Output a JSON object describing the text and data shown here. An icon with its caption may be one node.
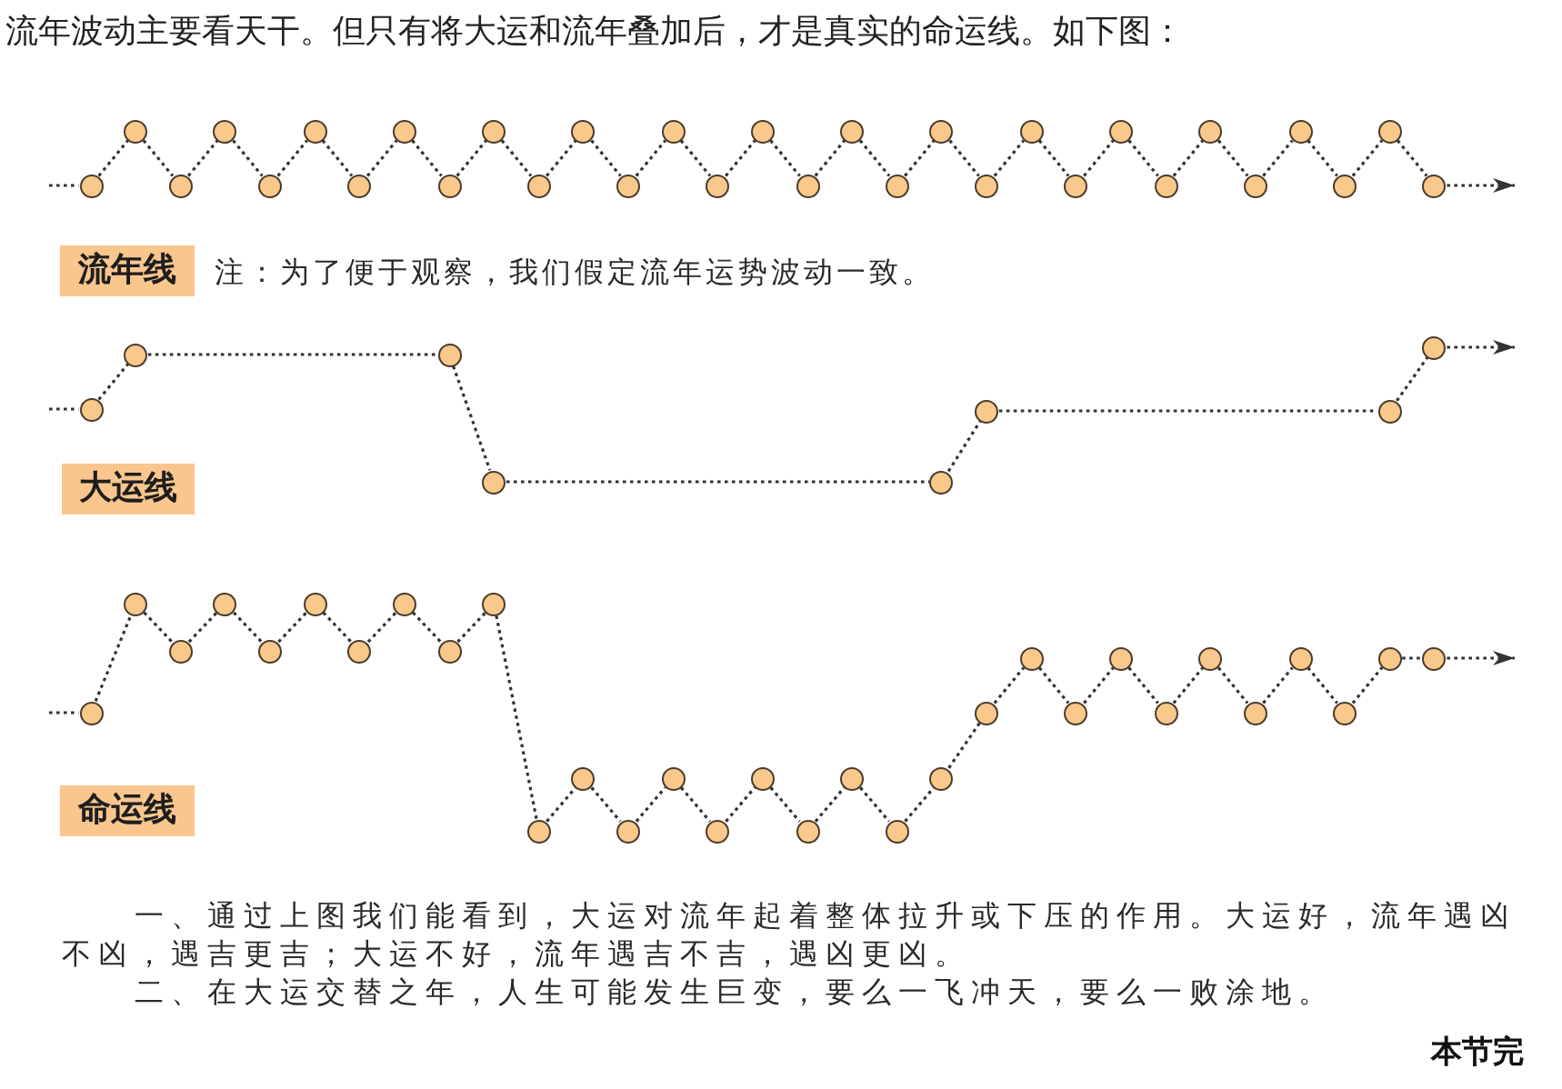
{
  "diagram": {
    "title": "流年波动主要看天干。但只有将大运和流年叠加后，才是真实的命运线。如下图：",
    "nodes": [
      {
        "text": [],
        "shape": "circle"
      },
      {
        "text": [],
        "shape": "circle"
      },
      {
        "text": [],
        "shape": "circle"
      },
      {
        "text": [],
        "shape": "circle"
      },
      {
        "text": [],
        "shape": "circle"
      },
      {
        "text": [],
        "shape": "circle"
      },
      {
        "text": [],
        "shape": "circle"
      },
      {
        "text": [],
        "shape": "circle"
      },
      {
        "text": [],
        "shape": "circle"
      },
      {
        "text": [],
        "shape": "circle"
      },
      {
        "text": [],
        "shape": "circle"
      },
      {
        "text": [],
        "shape": "circle"
      },
      {
        "text": [],
        "shape": "circle"
      },
      {
        "text": [],
        "shape": "circle"
      },
      {
        "text": [],
        "shape": "circle"
      },
      {
        "text": [],
        "shape": "circle"
      },
      {
        "text": [],
        "shape": "circle"
      },
      {
        "text": [],
        "shape": "circle"
      },
      {
        "text": [],
        "shape": "circle"
      },
      {
        "text": [],
        "shape": "circle"
      },
      {
        "text": [],
        "shape": "circle"
      },
      {
        "text": [],
        "shape": "circle"
      },
      {
        "text": [],
        "shape": "circle"
      },
      {
        "text": [],
        "shape": "circle"
      },
      {
        "text": [],
        "shape": "circle"
      },
      {
        "text": [],
        "shape": "circle"
      },
      {
        "text": [],
        "shape": "circle"
      },
      {
        "text": [],
        "shape": "circle"
      },
      {
        "text": [],
        "shape": "circle"
      },
      {
        "text": [],
        "shape": "circle"
      },
      {
        "text": [],
        "shape": "circle"
      },
      {
        "text": [
          "流年线"
        ]
      },
      {
        "text": [],
        "shape": "circle"
      },
      {
        "text": [],
        "shape": "circle"
      },
      {
        "text": [],
        "shape": "circle"
      },
      {
        "text": [],
        "shape": "circle"
      },
      {
        "text": [],
        "shape": "circle"
      },
      {
        "text": [],
        "shape": "circle"
      },
      {
        "text": [],
        "shape": "circle"
      },
      {
        "text": [],
        "shape": "circle"
      },
      {
        "text": [
          "大运线"
        ]
      },
      {
        "text": [],
        "shape": "circle"
      },
      {
        "text": [],
        "shape": "circle"
      },
      {
        "text": [],
        "shape": "circle"
      },
      {
        "text": [],
        "shape": "circle"
      },
      {
        "text": [],
        "shape": "circle"
      },
      {
        "text": [],
        "shape": "circle"
      },
      {
        "text": [],
        "shape": "circle"
      },
      {
        "text": [],
        "shape": "circle"
      },
      {
        "text": [],
        "shape": "circle"
      },
      {
        "text": [],
        "shape": "circle"
      },
      {
        "text": [],
        "shape": "circle"
      },
      {
        "text": [],
        "shape": "circle"
      },
      {
        "text": [],
        "shape": "circle"
      },
      {
        "text": [],
        "shape": "circle"
      },
      {
        "text": [],
        "shape": "circle"
      },
      {
        "text": [],
        "shape": "circle"
      },
      {
        "text": [],
        "shape": "circle"
      },
      {
        "text": [],
        "shape": "circle"
      },
      {
        "text": [],
        "shape": "circle"
      },
      {
        "text": [],
        "shape": "circle"
      },
      {
        "text": [],
        "shape": "circle"
      },
      {
        "text": [],
        "shape": "circle"
      },
      {
        "text": [],
        "shape": "circle"
      },
      {
        "text": [],
        "shape": "circle"
      },
      {
        "text": [],
        "shape": "circle"
      },
      {
        "text": [],
        "shape": "circle"
      },
      {
        "text": [],
        "shape": "circle"
      },
      {
        "text": [],
        "shape": "circle"
      },
      {
        "text": [],
        "shape": "circle"
      },
      {
        "text": [],
        "shape": "circle"
      },
      {
        "text": [],
        "shape": "circle"
      },
      {
        "text": [
          "命运线"
        ]
      }
    ],
    "edges": [
      {
        "from": null,
        "to": 0,
        "arrow": "none",
        "style": "dashed"
      },
      {
        "from": 0,
        "to": 1,
        "arrow": "none",
        "style": "dashed"
      },
      {
        "from": 1,
        "to": 2,
        "arrow": "none",
        "style": "dashed"
      },
      {
        "from": 2,
        "to": 3,
        "arrow": "none",
        "style": "dashed"
      },
      {
        "from": 3,
        "to": 4,
        "arrow": "none",
        "style": "dashed"
      },
      {
        "from": 4,
        "to": 5,
        "arrow": "none",
        "style": "dashed"
      },
      {
        "from": 5,
        "to": 6,
        "arrow": "none",
        "style": "dashed"
      },
      {
        "from": 6,
        "to": 7,
        "arrow": "none",
        "style": "dashed"
      },
      {
        "from": 7,
        "to": 8,
        "arrow": "none",
        "style": "dashed"
      },
      {
        "from": 8,
        "to": 9,
        "arrow": "none",
        "style": "dashed"
      },
      {
        "from": 9,
        "to": 10,
        "arrow": "none",
        "style": "dashed"
      },
      {
        "from": 10,
        "to": 11,
        "arrow": "none",
        "style": "dashed"
      },
      {
        "from": 11,
        "to": 12,
        "arrow": "none",
        "style": "dashed"
      },
      {
        "from": 12,
        "to": 13,
        "arrow": "none",
        "style": "dashed"
      },
      {
        "from": 13,
        "to": 14,
        "arrow": "none",
        "style": "dashed"
      },
      {
        "from": 14,
        "to": 15,
        "arrow": "none",
        "style": "dashed"
      },
      {
        "from": 15,
        "to": 16,
        "arrow": "none",
        "style": "dashed"
      },
      {
        "from": 16,
        "to": 17,
        "arrow": "none",
        "style": "dashed"
      },
      {
        "from": 17,
        "to": 18,
        "arrow": "none",
        "style": "dashed"
      },
      {
        "from": 18,
        "to": 19,
        "arrow": "none",
        "style": "dashed"
      },
      {
        "from": 19,
        "to": 20,
        "arrow": "none",
        "style": "dashed"
      },
      {
        "from": 20,
        "to": 21,
        "arrow": "none",
        "style": "dashed"
      },
      {
        "from": 21,
        "to": 22,
        "arrow": "none",
        "style": "dashed"
      },
      {
        "from": 22,
        "to": 23,
        "arrow": "none",
        "style": "dashed"
      },
      {
        "from": 23,
        "to": 24,
        "arrow": "none",
        "style": "dashed"
      },
      {
        "from": 24,
        "to": 25,
        "arrow": "none",
        "style": "dashed"
      },
      {
        "from": 25,
        "to": 26,
        "arrow": "none",
        "style": "dashed"
      },
      {
        "from": 26,
        "to": 27,
        "arrow": "none",
        "style": "dashed"
      },
      {
        "from": 27,
        "to": 28,
        "arrow": "none",
        "style": "dashed"
      },
      {
        "from": 28,
        "to": 29,
        "arrow": "none",
        "style": "dashed"
      },
      {
        "from": 29,
        "to": 30,
        "arrow": "none",
        "style": "dashed"
      },
      {
        "from": 30,
        "to": null,
        "arrow": "to",
        "style": "dashed"
      },
      {
        "from": null,
        "to": 32,
        "arrow": "none",
        "style": "dashed"
      },
      {
        "from": 32,
        "to": 33,
        "arrow": "none",
        "style": "dashed"
      },
      {
        "from": 33,
        "to": 34,
        "arrow": "none",
        "style": "dashed"
      },
      {
        "from": 34,
        "to": 35,
        "arrow": "none",
        "style": "dashed"
      },
      {
        "from": 35,
        "to": 36,
        "arrow": "none",
        "style": "dashed"
      },
      {
        "from": 36,
        "to": 37,
        "arrow": "none",
        "style": "dashed"
      },
      {
        "from": 37,
        "to": 38,
        "arrow": "none",
        "style": "dashed"
      },
      {
        "from": 38,
        "to": 39,
        "arrow": "none",
        "style": "dashed"
      },
      {
        "from": 39,
        "to": null,
        "arrow": "to",
        "style": "dashed"
      },
      {
        "from": null,
        "to": 41,
        "arrow": "none",
        "style": "dashed"
      },
      {
        "from": 41,
        "to": 42,
        "arrow": "none",
        "style": "dashed"
      },
      {
        "from": 42,
        "to": 43,
        "arrow": "none",
        "style": "dashed"
      },
      {
        "from": 43,
        "to": 44,
        "arrow": "none",
        "style": "dashed"
      },
      {
        "from": 44,
        "to": 45,
        "arrow": "none",
        "style": "dashed"
      },
      {
        "from": 45,
        "to": 46,
        "arrow": "none",
        "style": "dashed"
      },
      {
        "from": 46,
        "to": 47,
        "arrow": "none",
        "style": "dashed"
      },
      {
        "from": 47,
        "to": 48,
        "arrow": "none",
        "style": "dashed"
      },
      {
        "from": 48,
        "to": 49,
        "arrow": "none",
        "style": "dashed"
      },
      {
        "from": 49,
        "to": 50,
        "arrow": "none",
        "style": "dashed"
      },
      {
        "from": 50,
        "to": 51,
        "arrow": "none",
        "style": "dashed"
      },
      {
        "from": 51,
        "to": 52,
        "arrow": "none",
        "style": "dashed"
      },
      {
        "from": 52,
        "to": 53,
        "arrow": "none",
        "style": "dashed"
      },
      {
        "from": 53,
        "to": 54,
        "arrow": "none",
        "style": "dashed"
      },
      {
        "from": 54,
        "to": 55,
        "arrow": "none",
        "style": "dashed"
      },
      {
        "from": 55,
        "to": 56,
        "arrow": "none",
        "style": "dashed"
      },
      {
        "from": 56,
        "to": 57,
        "arrow": "none",
        "style": "dashed"
      },
      {
        "from": 57,
        "to": 58,
        "arrow": "none",
        "style": "dashed"
      },
      {
        "from": 58,
        "to": 59,
        "arrow": "none",
        "style": "dashed"
      },
      {
        "from": 59,
        "to": 60,
        "arrow": "none",
        "style": "dashed"
      },
      {
        "from": 60,
        "to": 61,
        "arrow": "none",
        "style": "dashed"
      },
      {
        "from": 61,
        "to": 62,
        "arrow": "none",
        "style": "dashed"
      },
      {
        "from": 62,
        "to": 63,
        "arrow": "none",
        "style": "dashed"
      },
      {
        "from": 63,
        "to": 64,
        "arrow": "none",
        "style": "dashed"
      },
      {
        "from": 64,
        "to": 65,
        "arrow": "none",
        "style": "dashed"
      },
      {
        "from": 65,
        "to": 66,
        "arrow": "none",
        "style": "dashed"
      },
      {
        "from": 66,
        "to": 67,
        "arrow": "none",
        "style": "dashed"
      },
      {
        "from": 67,
        "to": 68,
        "arrow": "none",
        "style": "dashed"
      },
      {
        "from": 68,
        "to": 69,
        "arrow": "none",
        "style": "dashed"
      },
      {
        "from": 69,
        "to": 70,
        "arrow": "none",
        "style": "dashed"
      },
      {
        "from": 70,
        "to": 71,
        "arrow": "none",
        "style": "dashed"
      },
      {
        "from": 71,
        "to": null,
        "arrow": "to",
        "style": "dashed"
      }
    ],
    "labels": [
      "注：为了便于观察，我们假定流年运势波动一致。",
      "一、通过上图我们能看到，大运对流年起着整体拉升或下压的作用。大运好，流年遇凶不凶，遇吉更吉；大运不好，流年遇吉不吉，遇凶更凶。",
      "二、在大运交替之年，人生可能发生巨变，要么一飞冲天，要么一败涂地。",
      "本节完"
    ]
  }
}
